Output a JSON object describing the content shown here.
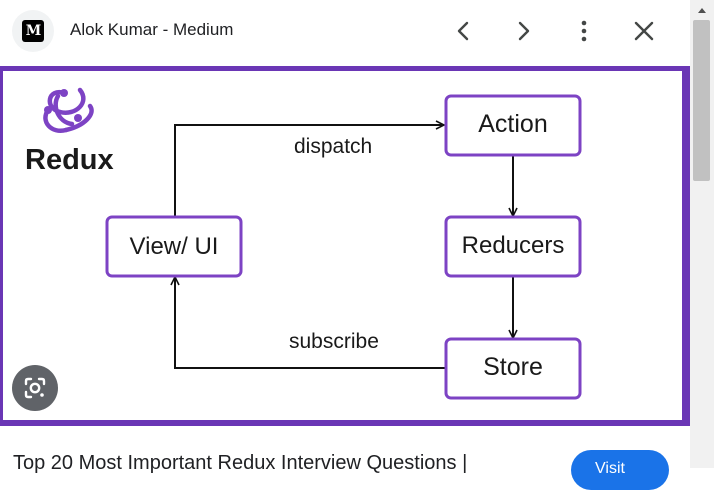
{
  "header": {
    "favicon_text": "M",
    "title": "Alok Kumar - Medium",
    "back_icon": "chevron-left-icon",
    "forward_icon": "chevron-right-icon",
    "more_icon": "more-vert-icon",
    "close_icon": "close-icon"
  },
  "image": {
    "brand": "Redux",
    "boxes": {
      "view": "View/ UI",
      "action": "Action",
      "reducers": "Reducers",
      "store": "Store"
    },
    "edges": {
      "dispatch": "dispatch",
      "subscribe": "subscribe"
    },
    "lens_icon": "google-lens-icon"
  },
  "caption": {
    "text": "Top 20 Most Important Redux Interview Questions |",
    "visit_label": "Visit"
  },
  "colors": {
    "frame": "#6a36b5",
    "box_border": "#7d43c4",
    "visit": "#1a73e8"
  }
}
